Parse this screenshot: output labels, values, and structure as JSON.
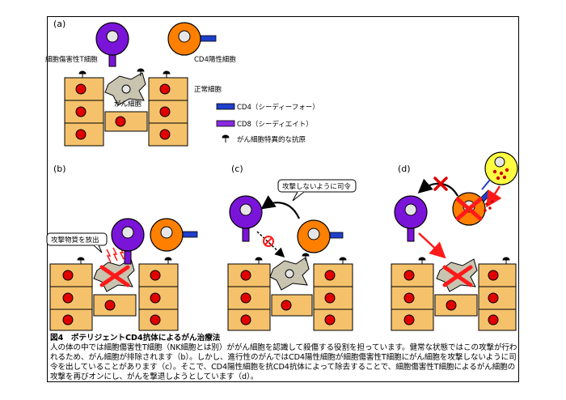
{
  "panels": {
    "a": {
      "label": "(a)",
      "ctl_label": "細胞傷害性T細胞",
      "cd4_label": "CD4陽性細胞",
      "cancer_label": "がん細胞",
      "normal_label": "正常細胞",
      "legend": [
        {
          "text": "CD4（シーディーフォー）",
          "icon": "cd4-receptor-icon",
          "color": "#1f3fcc"
        },
        {
          "text": "CD8（シーディエイト）",
          "icon": "cd8-receptor-icon",
          "color": "#8a2be2"
        },
        {
          "text": "がん細胞特異的な抗原",
          "icon": "antigen-icon",
          "color": "#000000"
        }
      ]
    },
    "b": {
      "label": "(b)",
      "callout": "攻撃物質を放出"
    },
    "c": {
      "label": "(c)",
      "callout": "攻撃しないように司令"
    },
    "d": {
      "label": "(d)"
    }
  },
  "colors": {
    "ctl": "#7b14d9",
    "cd4_cell": "#ff8000",
    "tissue": "#f5c26b",
    "nucleus": "#e00000",
    "cancer": "#c8c4b0",
    "antibody_cell": "#ffff40",
    "arrow_red": "#ff1a1a"
  },
  "caption": {
    "title": "図4　ポテリジェントCD4抗体によるがん治療法",
    "body": "人の体の中では細胞傷害性T細胞（NK細胞とは別）ががん細胞を認識して殺傷する役割を担っています。健常な状態ではこの攻撃が行われるため、がん細胞が排除されます（b）。しかし、進行性のがんではCD4陽性細胞が細胞傷害性T細胞にがん細胞を攻撃しないように司令を出していることがあります（c）。そこで、CD4陽性細胞を抗CD4抗体によって除去することで、細胞傷害性T細胞によるがん細胞の攻撃を再びオンにし、がんを撃退しようとしています（d）。"
  }
}
